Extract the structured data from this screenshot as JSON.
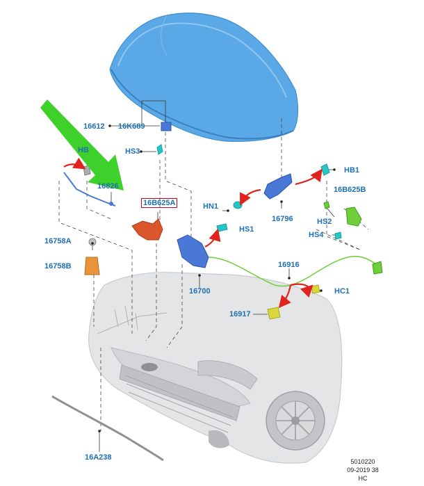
{
  "diagram": {
    "labels": {
      "p16612": "16612",
      "p16K689": "16K689",
      "hs3": "HS3",
      "hb_left": "HB",
      "p16826": "16826",
      "p16B625A": "16B625A",
      "p16758A": "16758A",
      "p16758B": "16758B",
      "p16700": "16700",
      "hs1": "HS1",
      "hn1": "HN1",
      "p16796": "16796",
      "hb1": "HB1",
      "p16B625B": "16B625B",
      "hs2": "HS2",
      "hs4": "HS4",
      "p16916": "16916",
      "hc1": "HC1",
      "p16917": "16917",
      "p16A238": "16A238"
    },
    "footer": {
      "code": "5010220",
      "date": "09-2019 38",
      "suffix": "HC"
    },
    "colors": {
      "label": "#1f6fb5",
      "hood": "#5aa9e6",
      "hinge": "#4a78d6",
      "latch_cable": "#d9552a",
      "arrow_red": "#e0231c",
      "pointer_green": "#3fd12b",
      "hs_cyan": "#25c6c6",
      "bracket_green": "#6fcf3a",
      "clip_yellow": "#d8d83a",
      "body_grey": "#e2e3e5"
    }
  }
}
